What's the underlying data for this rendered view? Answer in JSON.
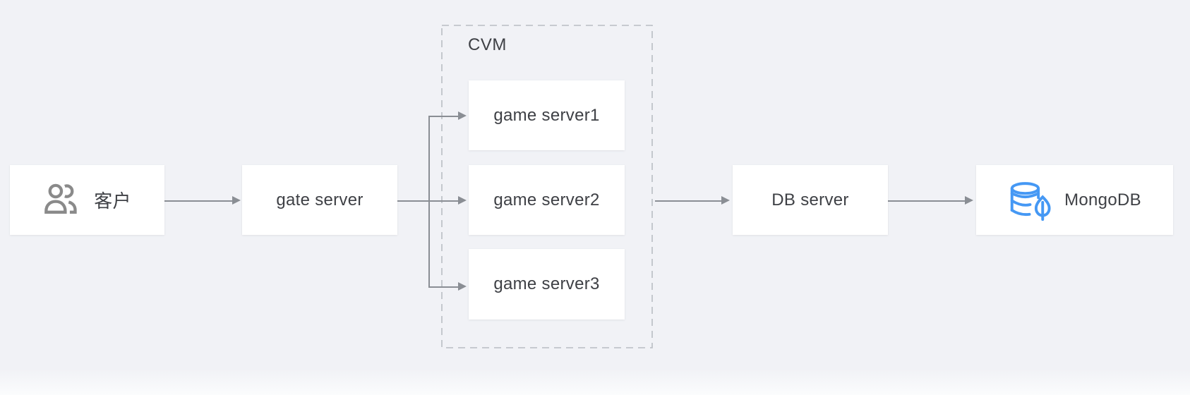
{
  "diagram": {
    "title": "game backend architecture flow",
    "nodes": {
      "customer": {
        "label": "客户",
        "icon": "users-icon"
      },
      "gate": {
        "label": "gate server"
      },
      "cvm_group": {
        "label": "CVM"
      },
      "game_servers": [
        {
          "label": "game server1"
        },
        {
          "label": "game server2"
        },
        {
          "label": "game server3"
        }
      ],
      "db": {
        "label": "DB server"
      },
      "mongo": {
        "label": "MongoDB",
        "icon": "mongodb-database-leaf-icon"
      }
    },
    "edges": [
      "customer -> gate server",
      "gate server -> game server1",
      "gate server -> game server2",
      "gate server -> game server3",
      "CVM -> DB server",
      "DB server -> MongoDB"
    ],
    "colors": {
      "background": "#f1f2f6",
      "node_background": "#ffffff",
      "text": "#3e4045",
      "arrow": "#8a8e94",
      "dashed_border": "#b9bdc3",
      "users_icon_gray": "#8a8a8a",
      "mongodb_blue": "#4598f4"
    }
  }
}
